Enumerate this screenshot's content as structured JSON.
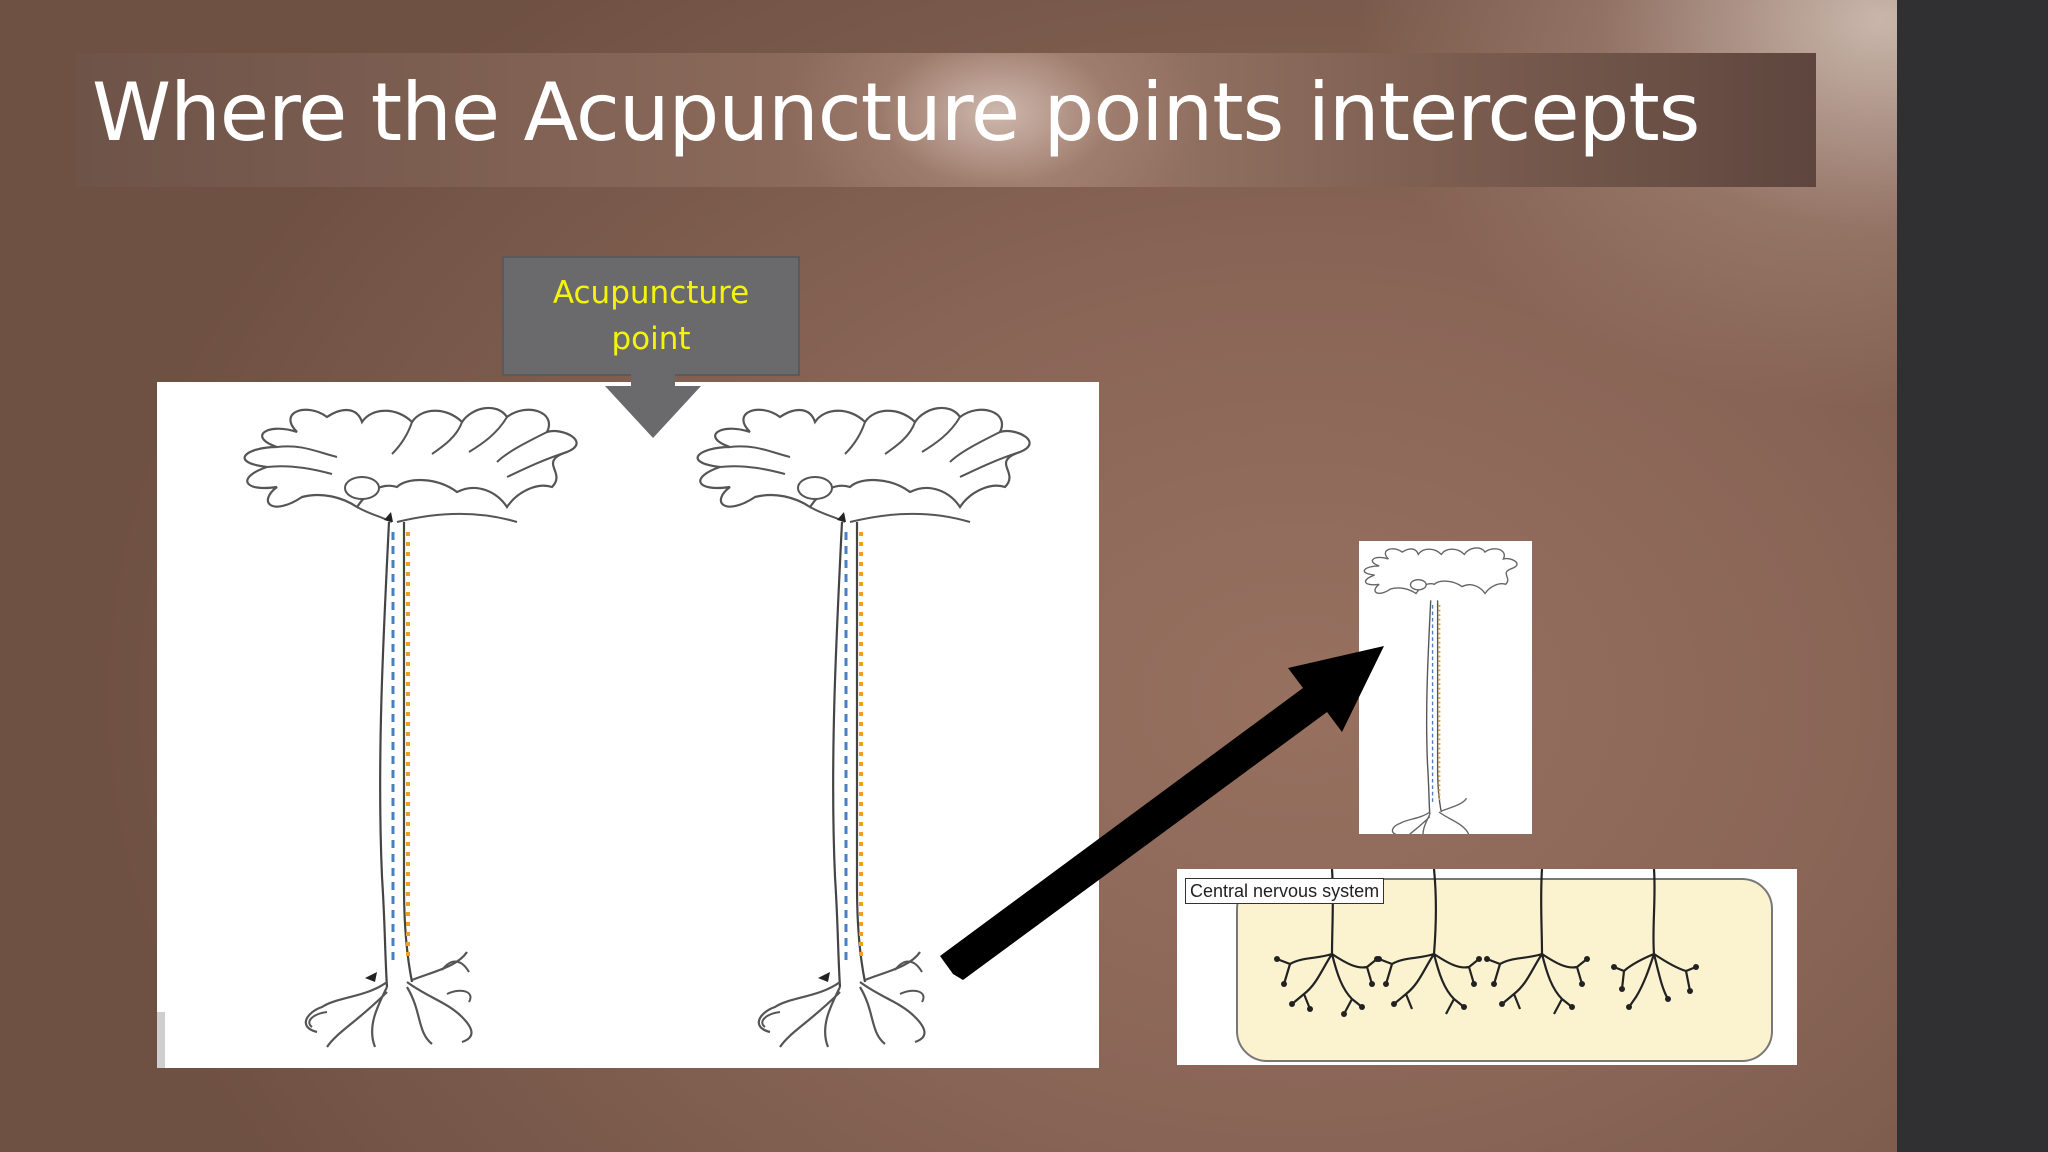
{
  "slide": {
    "title": "Where the Acupuncture points intercepts",
    "callout": {
      "line1": "Acupuncture",
      "line2": "point"
    },
    "cns_label": "Central nervous system"
  },
  "colors": {
    "title_text": "#ffffff",
    "callout_text": "#f4f40a",
    "callout_bg": "#6a6a6c",
    "axon_dash_blue": "#4a7fc0",
    "axon_dash_orange": "#f0a020",
    "cns_fill": "#fbf3d0",
    "arrow": "#000000"
  },
  "icons": {
    "callout_arrow": "down-arrow-icon",
    "pointer_arrow": "diagonal-arrow-icon"
  }
}
